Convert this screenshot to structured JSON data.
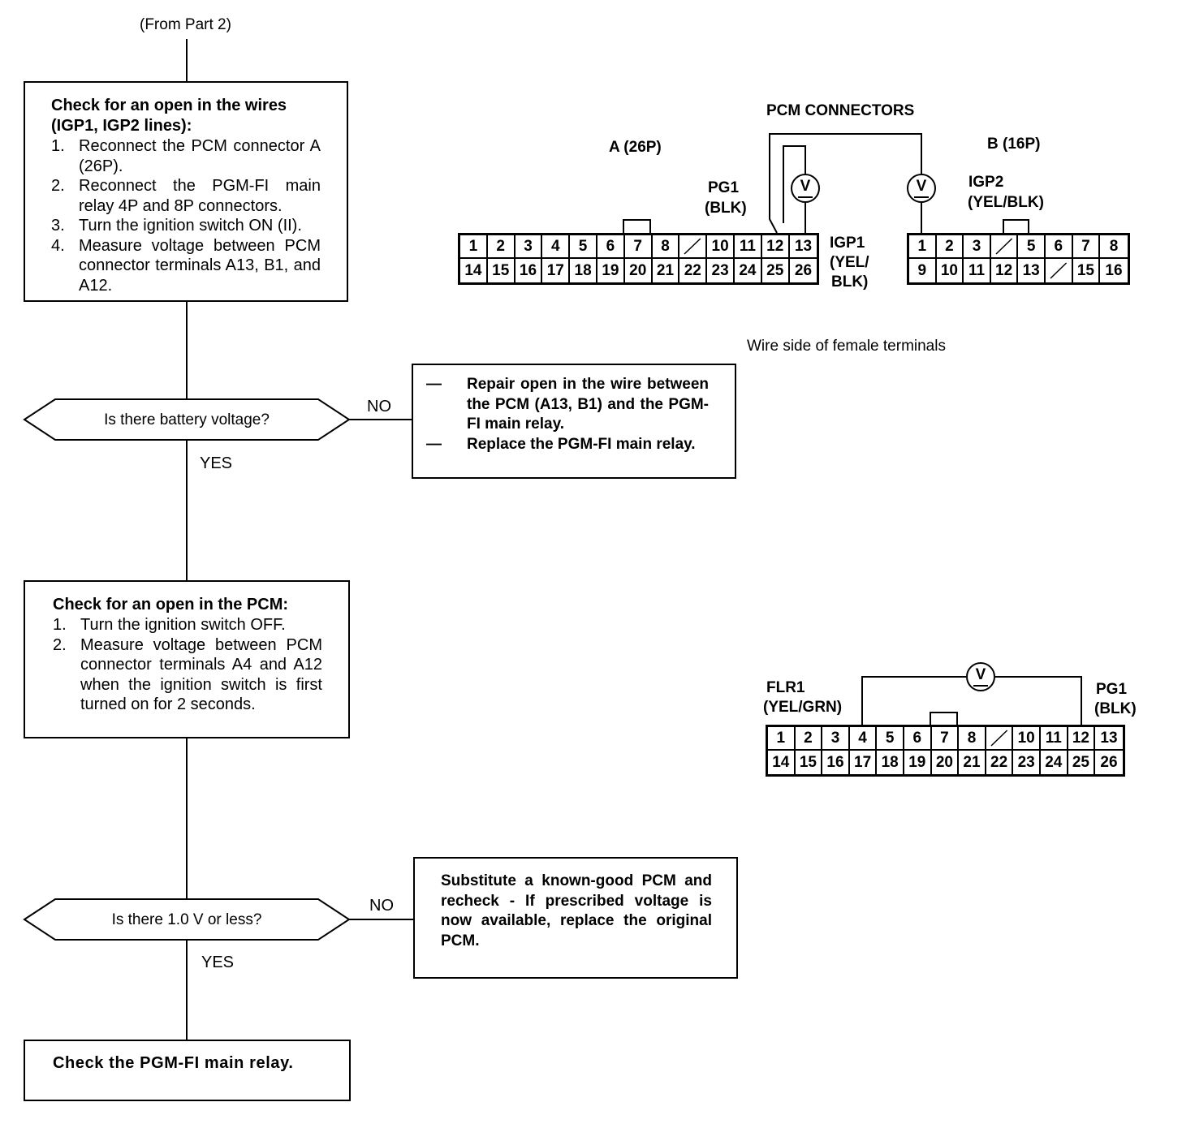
{
  "flow": {
    "from_label": "(From Part 2)",
    "box1": {
      "title": "Check for an open in the wires (IGP1, IGP2 lines):",
      "steps": [
        {
          "num": "1.",
          "text": "Reconnect the PCM connector A (26P)."
        },
        {
          "num": "2.",
          "text": "Reconnect the PGM-FI main relay 4P and 8P connectors."
        },
        {
          "num": "3.",
          "text": "Turn the ignition switch ON (II)."
        },
        {
          "num": "4.",
          "text": "Measure voltage between PCM connector terminals A13, B1, and A12."
        }
      ]
    },
    "decision1": {
      "question": "Is there battery voltage?",
      "no_label": "NO",
      "yes_label": "YES"
    },
    "no_box1": {
      "items": [
        {
          "dash": "—",
          "text": "Repair open in the wire between the PCM (A13, B1) and the PGM-FI main relay."
        },
        {
          "dash": "—",
          "text": "Replace the PGM-FI main relay."
        }
      ]
    },
    "box2": {
      "title": "Check for an open in the PCM:",
      "steps": [
        {
          "num": "1.",
          "text": "Turn the ignition switch OFF."
        },
        {
          "num": "2.",
          "text": "Measure voltage between PCM connector terminals A4 and A12 when the ignition switch is first turned on for 2 seconds."
        }
      ]
    },
    "decision2": {
      "question": "Is there 1.0 V or less?",
      "no_label": "NO",
      "yes_label": "YES"
    },
    "no_box2": {
      "text": "Substitute a known-good PCM and recheck - If prescribed voltage is now available, replace the original PCM."
    },
    "final_box": {
      "text": "Check the PGM-FI main relay."
    }
  },
  "diagram1": {
    "title": "PCM CONNECTORS",
    "connector_a_label": "A (26P)",
    "connector_b_label": "B (16P)",
    "pg1_label": "PG1",
    "pg1_color": "(BLK)",
    "igp1_label": "IGP1",
    "igp1_color_line1": "(YEL/",
    "igp1_color_line2": "BLK)",
    "igp2_label": "IGP2",
    "igp2_color": "(YEL/BLK)",
    "meter_symbol": "V",
    "caption": "Wire side of female terminals",
    "conn_a_row1": [
      "1",
      "2",
      "3",
      "4",
      "5",
      "6",
      "7",
      "8",
      "",
      "10",
      "11",
      "12",
      "13"
    ],
    "conn_a_row2": [
      "14",
      "15",
      "16",
      "17",
      "18",
      "19",
      "20",
      "21",
      "22",
      "23",
      "24",
      "25",
      "26"
    ],
    "conn_b_row1": [
      "1",
      "2",
      "3",
      "",
      "5",
      "6",
      "7",
      "8"
    ],
    "conn_b_row2": [
      "9",
      "10",
      "11",
      "12",
      "13",
      "",
      "15",
      "16"
    ]
  },
  "diagram2": {
    "flr1_label": "FLR1",
    "flr1_color": "(YEL/GRN)",
    "pg1_label": "PG1",
    "pg1_color": "(BLK)",
    "meter_symbol": "V",
    "row1": [
      "1",
      "2",
      "3",
      "4",
      "5",
      "6",
      "7",
      "8",
      "",
      "10",
      "11",
      "12",
      "13"
    ],
    "row2": [
      "14",
      "15",
      "16",
      "17",
      "18",
      "19",
      "20",
      "21",
      "22",
      "23",
      "24",
      "25",
      "26"
    ]
  }
}
